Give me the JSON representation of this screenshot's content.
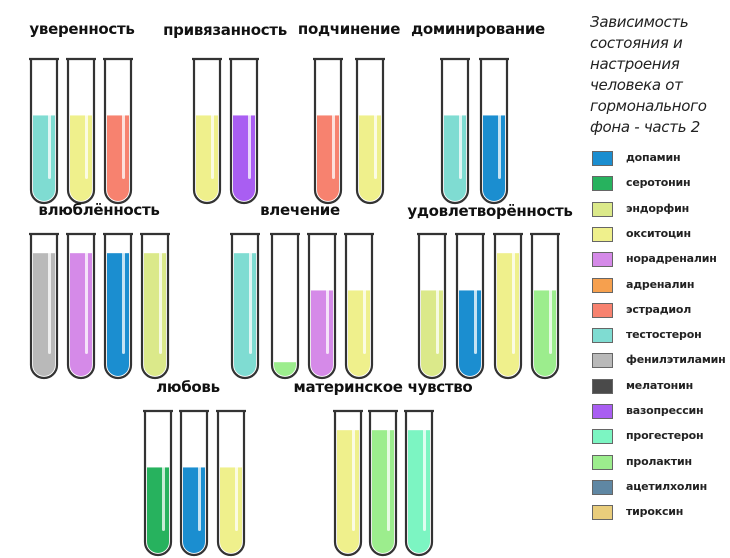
{
  "title": "Зависимость состояния и настроения человека от гормонального фона - часть 2",
  "hormones": [
    {
      "key": "dopamine",
      "label": "допамин",
      "color": "#1b8ed0"
    },
    {
      "key": "serotonin",
      "label": "серотонин",
      "color": "#27b25e"
    },
    {
      "key": "endorphin",
      "label": "эндорфин",
      "color": "#dbe98a"
    },
    {
      "key": "oxytocin",
      "label": "окситоцин",
      "color": "#eff08c"
    },
    {
      "key": "noradrenaline",
      "label": "норадреналин",
      "color": "#d58ae8"
    },
    {
      "key": "adrenaline",
      "label": "адреналин",
      "color": "#f6a04e"
    },
    {
      "key": "estradiol",
      "label": "эстрадиол",
      "color": "#f7826f"
    },
    {
      "key": "testosterone",
      "label": "тестостерон",
      "color": "#7fdcd2"
    },
    {
      "key": "phenylethylamine",
      "label": "фенилэтиламин",
      "color": "#b9b9b9"
    },
    {
      "key": "melatonin",
      "label": "мелатонин",
      "color": "#4a4a4a"
    },
    {
      "key": "vasopressin",
      "label": "вазопрессин",
      "color": "#a95ef2"
    },
    {
      "key": "progesterone",
      "label": "прогестерон",
      "color": "#7cf5c2"
    },
    {
      "key": "prolactin",
      "label": "пролактин",
      "color": "#9ced8d"
    },
    {
      "key": "acetylcholine",
      "label": "ацетилхолин",
      "color": "#5f87a3"
    },
    {
      "key": "thyroxine",
      "label": "тироксин",
      "color": "#e9cd7c"
    }
  ],
  "groups": [
    {
      "label": "уверенность",
      "tubes": [
        {
          "hormone": "testosterone",
          "level": 0.62
        },
        {
          "hormone": "oxytocin",
          "level": 0.62
        },
        {
          "hormone": "estradiol",
          "level": 0.62
        }
      ]
    },
    {
      "label": "привязанность",
      "tubes": [
        {
          "hormone": "oxytocin",
          "level": 0.62
        },
        {
          "hormone": "vasopressin",
          "level": 0.62
        }
      ]
    },
    {
      "label": "подчинение",
      "tubes": [
        {
          "hormone": "estradiol",
          "level": 0.62
        },
        {
          "hormone": "oxytocin",
          "level": 0.62
        }
      ]
    },
    {
      "label": "доминирование",
      "tubes": [
        {
          "hormone": "testosterone",
          "level": 0.62
        },
        {
          "hormone": "dopamine",
          "level": 0.62
        }
      ]
    },
    {
      "label": "влюблённость",
      "tubes": [
        {
          "hormone": "phenylethylamine",
          "level": 0.89
        },
        {
          "hormone": "noradrenaline",
          "level": 0.89
        },
        {
          "hormone": "dopamine",
          "level": 0.89
        },
        {
          "hormone": "endorphin",
          "level": 0.89
        }
      ]
    },
    {
      "label": "влечение",
      "tubes": [
        {
          "hormone": "testosterone",
          "level": 0.89
        },
        {
          "hormone": "prolactin",
          "level": 0.1
        },
        {
          "hormone": "noradrenaline",
          "level": 0.62
        },
        {
          "hormone": "oxytocin",
          "level": 0.62
        }
      ]
    },
    {
      "label": "удовлетворённость",
      "tubes": [
        {
          "hormone": "endorphin",
          "level": 0.62
        },
        {
          "hormone": "dopamine",
          "level": 0.62
        },
        {
          "hormone": "oxytocin",
          "level": 0.89
        },
        {
          "hormone": "prolactin",
          "level": 0.62
        }
      ]
    },
    {
      "label": "любовь",
      "tubes": [
        {
          "hormone": "serotonin",
          "level": 0.62
        },
        {
          "hormone": "dopamine",
          "level": 0.62
        },
        {
          "hormone": "oxytocin",
          "level": 0.62
        }
      ]
    },
    {
      "label": "материнское чувство",
      "tubes": [
        {
          "hormone": "oxytocin",
          "level": 0.89
        },
        {
          "hormone": "prolactin",
          "level": 0.89
        },
        {
          "hormone": "progesterone",
          "level": 0.89
        }
      ]
    }
  ]
}
